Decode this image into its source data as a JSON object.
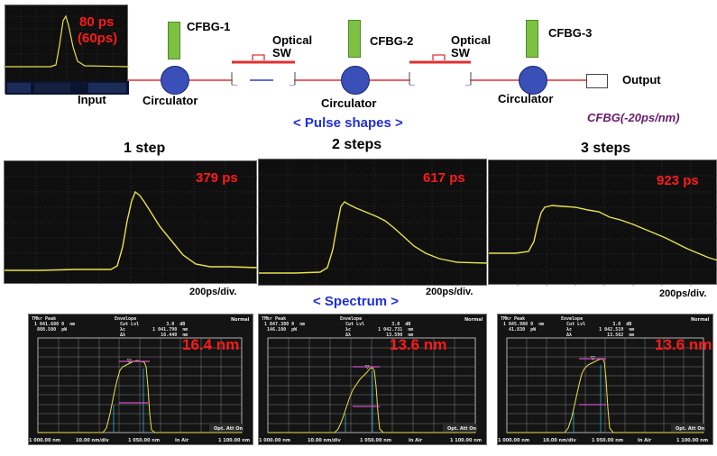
{
  "top": {
    "input_label": "Input",
    "input_trace_text_1": "80 ps",
    "input_trace_text_2": "(60ps)",
    "components": [
      {
        "fbg": "CFBG-1",
        "circulator": "Circulator"
      },
      {
        "fbg": "CFBG-2",
        "circulator": "Circulator"
      },
      {
        "fbg": "CFBG-3",
        "circulator": "Circulator"
      }
    ],
    "switches": [
      {
        "line1": "Optical",
        "line2": "SW"
      },
      {
        "line1": "Optical",
        "line2": "SW"
      }
    ],
    "output_label": "Output",
    "cfbg_note": "CFBG(-20ps/nm)"
  },
  "pulse_section_title": "< Pulse shapes >",
  "spectrum_section_title": "< Spectrum >",
  "panels": [
    {
      "step": "1 step",
      "pulse_width": "379 ps",
      "scale": "200ps/div.",
      "spectrum_width": "16.4 nm"
    },
    {
      "step": "2 steps",
      "pulse_width": "617 ps",
      "scale": "200ps/div.",
      "spectrum_width": "13.6 nm"
    },
    {
      "step": "3 steps",
      "pulse_width": "923 ps",
      "scale": "200ps/div.",
      "spectrum_width": "13.6 nm"
    }
  ],
  "osa": [
    {
      "marker": "TMkr Peak\n 1 041.680 0  nm\n  808.500  pW",
      "env": "Envelope\n  Cut Lvl          3.0  dB\n  λc          1 041.790  nm\n  Δλ             16.440  nm",
      "mode": "Normal",
      "att": "Opt. Att On",
      "x_start": "1 000.00 nm",
      "x_div": "10.00 nm/div",
      "x_center": "1 050.00 nm",
      "x_air": "In Air",
      "x_end": "1 100.00 nm"
    },
    {
      "marker": "TMkr Peak\n 1 047.380 0  nm\n  146.100  pW",
      "env": "Envelope\n  Cut Lvl          3.0  dB\n  λc          1 042.731  nm\n  Δλ             13.590  nm",
      "mode": "Normal",
      "att": "Opt. Att On",
      "x_start": "1 000.00 nm",
      "x_div": "10.00 nm/div",
      "x_center": "1 050.00 nm",
      "x_air": "In Air",
      "x_end": "1 100.00 nm"
    },
    {
      "marker": "TMkr Peak\n 1 045.980 0  nm\n   41.830  pW",
      "env": "Envelope\n  Cut Lvl          3.0  dB\n  λc          1 042.519  nm\n  Δλ             13.562  nm",
      "mode": "Normal",
      "att": "Opt. Att On",
      "x_start": "1 000.00 nm",
      "x_div": "10.00 nm/div",
      "x_center": "1 050.00 nm",
      "x_air": "In Air",
      "x_end": "1 100.00 nm"
    }
  ],
  "colors": {
    "trace": "#e8e24a",
    "fbg": "#7cc142",
    "circulator": "#3a4fb8",
    "fiber": "#e03030",
    "accent_red": "#ff1a1a",
    "blue_title": "#1f2fd6",
    "purple_note": "#6a1a6e"
  }
}
